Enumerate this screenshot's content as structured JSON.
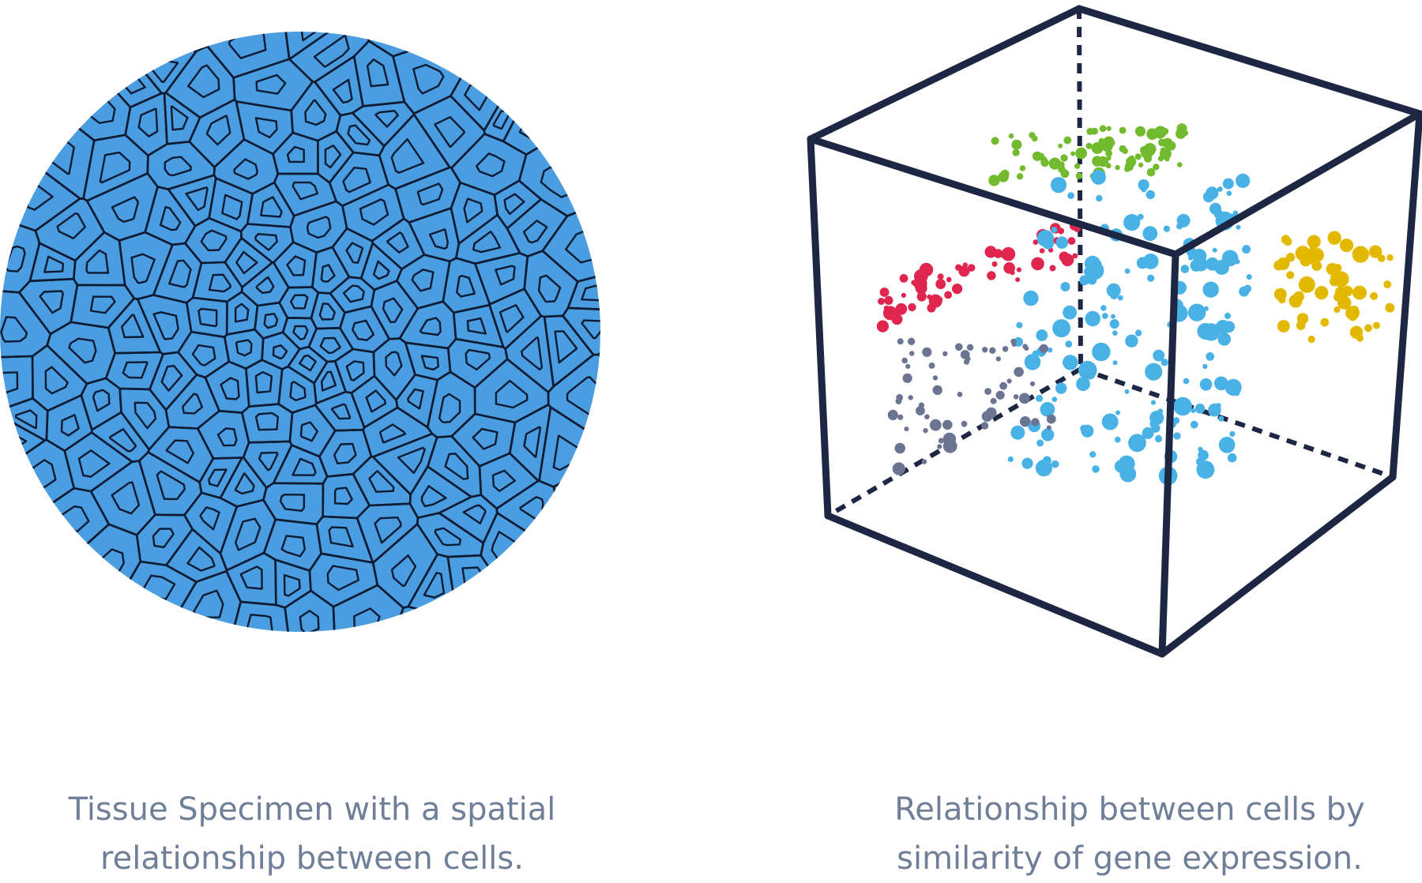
{
  "colors": {
    "tissue_fill": "#4a9de0",
    "cell_outline": "#0f1b33",
    "cube_edge": "#1d2744",
    "cluster_green": "#72bb2e",
    "cluster_red": "#e0264f",
    "cluster_blue": "#48b2e6",
    "cluster_slate": "#6b7592",
    "cluster_yellow": "#e3b900",
    "caption_text": "#6f7f98"
  },
  "left_figure": {
    "caption_line1": "Tissue Specimen with a spatial",
    "caption_line2": "relationship between cells."
  },
  "right_figure": {
    "caption_line1": "Relationship between cells by",
    "caption_line2": "similarity of gene expression."
  }
}
